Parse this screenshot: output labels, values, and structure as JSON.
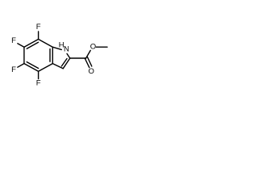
{
  "molecule": {
    "atoms": {
      "f_top": "F",
      "f_left_upper": "F",
      "f_left_lower": "F",
      "f_bottom": "F",
      "nh": "H",
      "n": "N",
      "o_carbonyl": "O",
      "o_ester": "O"
    }
  },
  "colors": {
    "ink": "#000000",
    "background": "#ffffff"
  }
}
